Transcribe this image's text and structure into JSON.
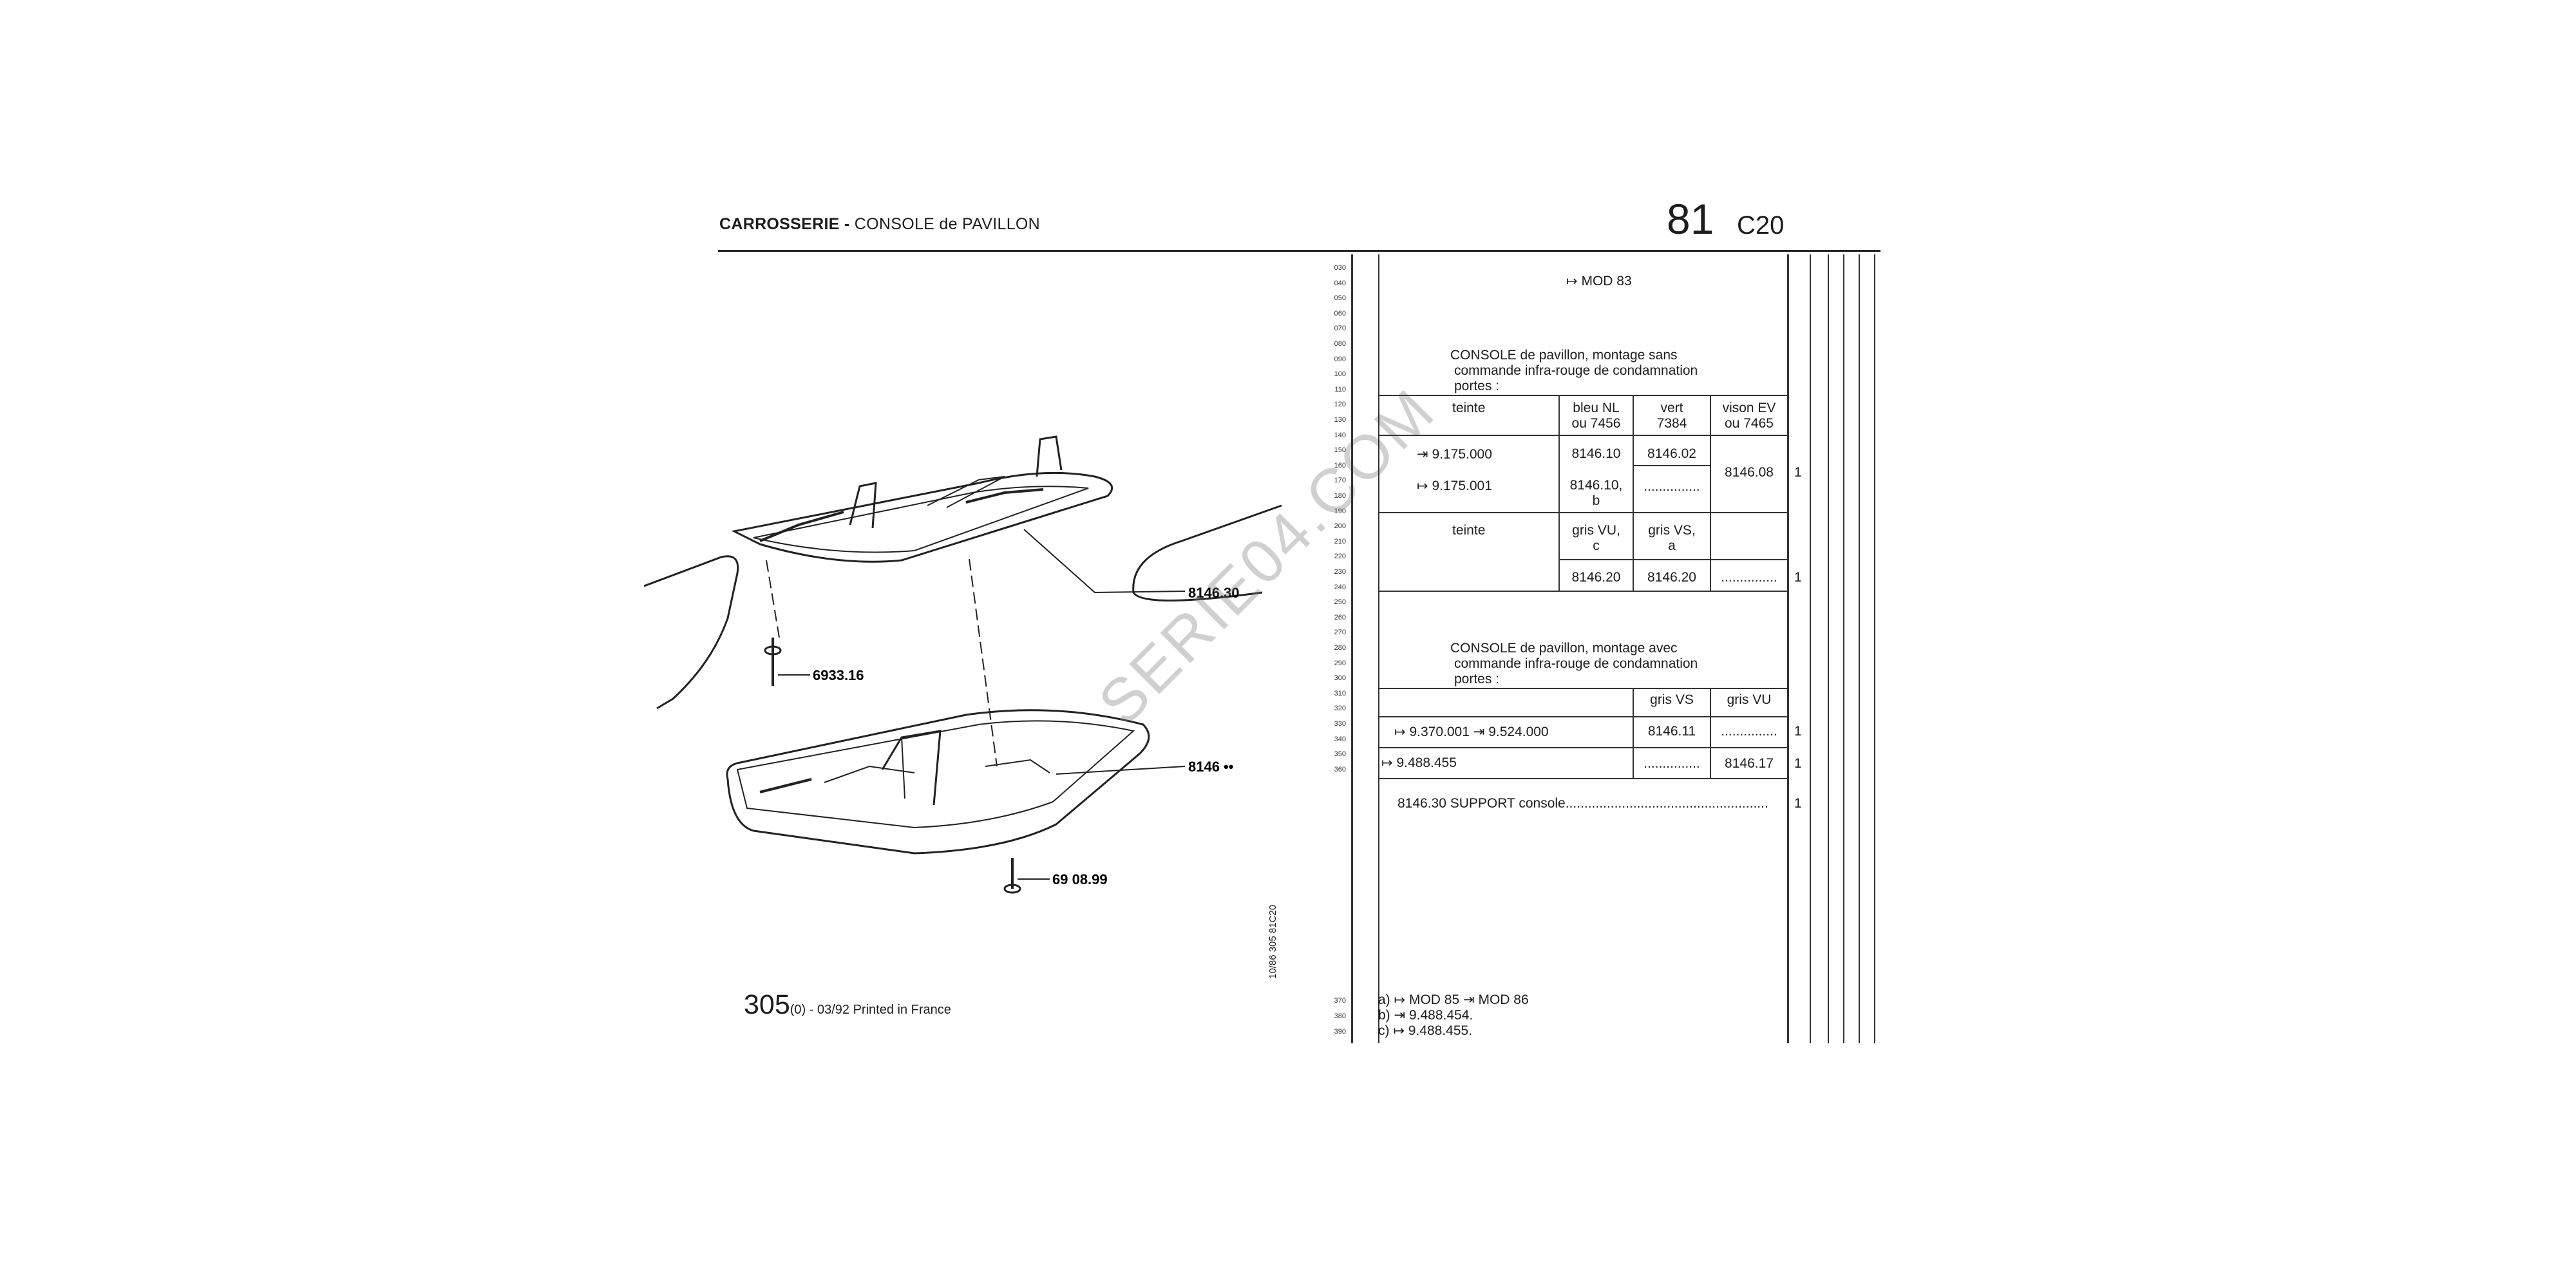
{
  "header": {
    "title_bold": "CARROSSERIE -",
    "title_rest": " CONSOLE de PAVILLON",
    "section_number": "81",
    "section_code": "C20"
  },
  "diagram": {
    "labels": [
      "8146.30",
      "6933.16",
      "8146 ••",
      "69 08.99"
    ]
  },
  "side_code": "10/86  305  81C20",
  "footer": {
    "page": "305",
    "page_suffix": "(0) - 03/92 Printed in France"
  },
  "watermark": "SERIE04.COM",
  "line_numbers": [
    "030",
    "040",
    "050",
    "060",
    "070",
    "080",
    "090",
    "100",
    "110",
    "120",
    "130",
    "140",
    "150",
    "160",
    "170",
    "180",
    "190",
    "200",
    "210",
    "220",
    "230",
    "240",
    "250",
    "260",
    "270",
    "280",
    "290",
    "300",
    "310",
    "320",
    "330",
    "340",
    "350",
    "360"
  ],
  "line_numbers_bottom": [
    "370",
    "380",
    "390"
  ],
  "table": {
    "mod": "MOD 83",
    "section1": {
      "title1": "CONSOLE de pavillon, montage sans",
      "title2": "commande infra-rouge de condamnation",
      "title3": "portes :",
      "teinte": "teinte",
      "col1": "bleu NL",
      "col1b": "ou 7456",
      "col2": "vert",
      "col2b": "7384",
      "col3": "vison EV",
      "col3b": "ou 7465",
      "row1_serial": "9.175.000",
      "row1_c1": "8146.10",
      "row1_c2": "8146.02",
      "row2_serial": "9.175.001",
      "row2_c1": "8146.10,",
      "row2_c1b": "b",
      "row2_c2": "...............",
      "row12_c3": "8146.08",
      "row12_qty": "1",
      "teinte2": "teinte",
      "col1_2": "gris VU,",
      "col1_2b": "c",
      "col2_2": "gris VS,",
      "col2_2b": "a",
      "row3_c1": "8146.20",
      "row3_c2": "8146.20",
      "row3_c3": "...............",
      "row3_qty": "1"
    },
    "section2": {
      "title1": "CONSOLE de pavillon, montage avec",
      "title2": "commande infra-rouge de condamnation",
      "title3": "portes :",
      "col2": "gris VS",
      "col3": "gris VU",
      "row1_serial_a": "9.370.001",
      "row1_serial_b": "9.524.000",
      "row1_c2": "8146.11",
      "row1_c3": "...............",
      "row1_qty": "1",
      "row2_serial": "9.488.455",
      "row2_c2": "...............",
      "row2_c3": "8146.17",
      "row2_qty": "1"
    },
    "support": "8146.30 SUPPORT console......................................................",
    "support_qty": "1",
    "notes": {
      "a_prefix": "a)",
      "a_mod1": "MOD 85",
      "a_mod2": "MOD 86",
      "b_prefix": "b)",
      "b_val": "9.488.454.",
      "c_prefix": "c)",
      "c_val": "9.488.455."
    }
  }
}
